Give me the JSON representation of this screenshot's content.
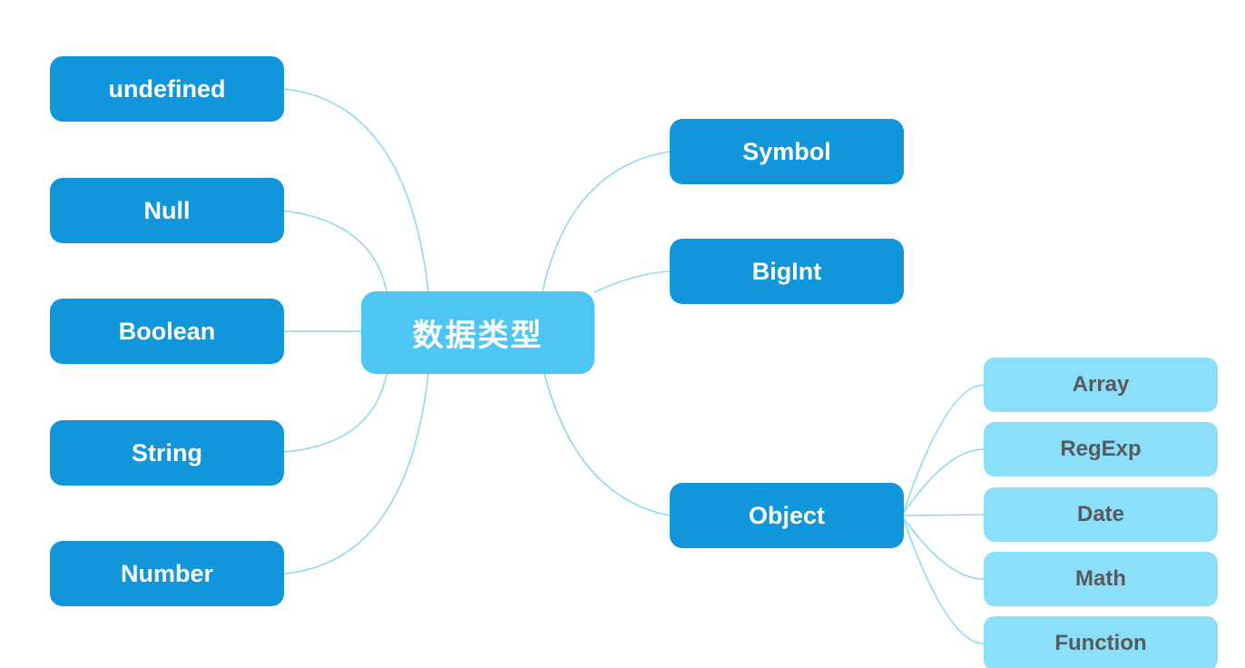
{
  "colors": {
    "primary": "#1296db",
    "center": "#4dc6f4",
    "child": "#8cdff8",
    "line": "#8fd8f4",
    "text_on_blue": "#ffffff",
    "child_text": "#575b5f",
    "background": "#ffffff"
  },
  "mindmap": {
    "root": {
      "label": "数据类型"
    },
    "left_branches": [
      {
        "label": "undefined"
      },
      {
        "label": "Null"
      },
      {
        "label": "Boolean"
      },
      {
        "label": "String"
      },
      {
        "label": "Number"
      }
    ],
    "right_branches": [
      {
        "label": "Symbol"
      },
      {
        "label": "BigInt"
      },
      {
        "label": "Object",
        "children": [
          {
            "label": "Array"
          },
          {
            "label": "RegExp"
          },
          {
            "label": "Date"
          },
          {
            "label": "Math"
          },
          {
            "label": "Function"
          }
        ]
      }
    ]
  }
}
